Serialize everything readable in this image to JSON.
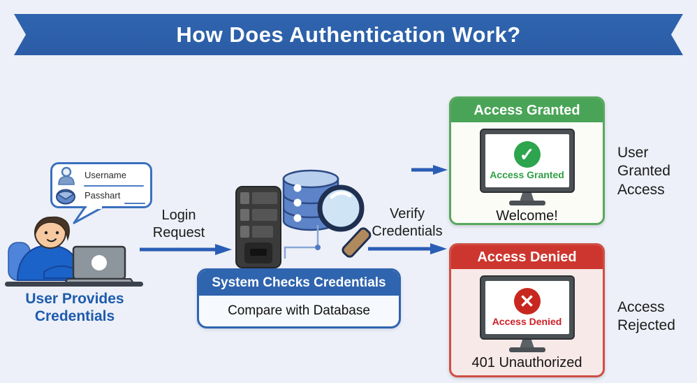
{
  "banner": {
    "title": "How Does Authentication Work?"
  },
  "bubble": {
    "username": "Username",
    "password": "Passhart"
  },
  "user": {
    "caption": "User Provides Credentials"
  },
  "flow": {
    "login_label": "Login Request",
    "verify_label": "Verify Credentials"
  },
  "system": {
    "header": "System Checks Credentials",
    "body": "Compare with Database"
  },
  "outcomes": {
    "granted": {
      "header": "Access Granted",
      "screen_label": "Access Granted",
      "caption": "Welcome!",
      "side_label": "User Granted Access"
    },
    "denied": {
      "header": "Access Denied",
      "screen_label": "Access Denied",
      "caption": "401 Unauthorized",
      "side_label": "Access Rejected"
    }
  },
  "icons": {
    "check": "✓",
    "cross": "✕"
  },
  "colors": {
    "banner-blue": "#2f64ae",
    "accent-blue": "#2a5db5",
    "text-blue": "#1d5bad",
    "bubble-border": "#3a70bf",
    "green": "#4aa457",
    "green-circle": "#2da44e",
    "red": "#cd362e",
    "red-circle": "#c8271f",
    "pink-body": "#f7e9e8"
  }
}
